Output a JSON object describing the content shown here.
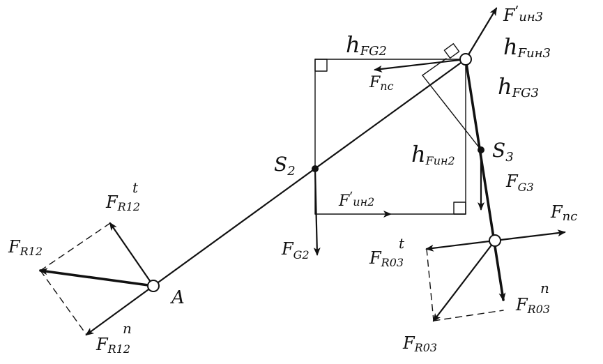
{
  "labels": {
    "point_a": "A",
    "s2": {
      "main": "S",
      "sub": "2"
    },
    "s3": {
      "main": "S",
      "sub": "3"
    },
    "f_in3": {
      "main": "F",
      "sub": "ин3",
      "prime": "ʹ"
    },
    "f_in2": {
      "main": "F",
      "sub": "ин2",
      "prime": "ʹ"
    },
    "h_fg2": {
      "main": "h",
      "sub": "FG2"
    },
    "h_fin3": {
      "main": "h",
      "sub": "Fин3"
    },
    "h_fg3": {
      "main": "h",
      "sub": "FG3"
    },
    "h_fin2": {
      "main": "h",
      "sub": "Fин2"
    },
    "f_pc_top": {
      "main": "F",
      "sub": "пс"
    },
    "f_pc_right": {
      "main": "F",
      "sub": "пс"
    },
    "f_g2": {
      "main": "F",
      "sub": "G2"
    },
    "f_g3": {
      "main": "F",
      "sub": "G3"
    },
    "f_r12": {
      "main": "F",
      "sub": "R12"
    },
    "f_r12_t": {
      "main": "F",
      "sub": "R12",
      "sup": "t"
    },
    "f_r12_n": {
      "main": "F",
      "sub": "R12",
      "sup": "n"
    },
    "f_r03": {
      "main": "F",
      "sub": "R03"
    },
    "f_r03_t": {
      "main": "F",
      "sub": "R03",
      "sup": "t"
    },
    "f_r03_n": {
      "main": "F",
      "sub": "R03",
      "sup": "n"
    }
  },
  "colors": {
    "ink": "#111111",
    "background": "#ffffff"
  }
}
